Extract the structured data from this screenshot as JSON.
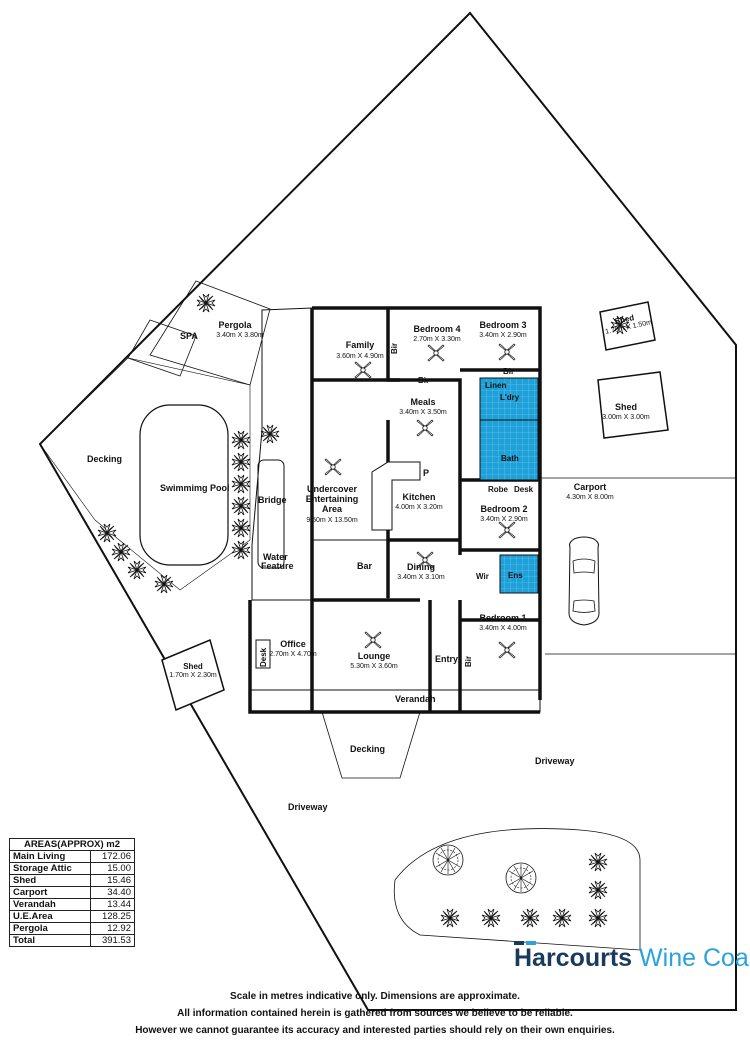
{
  "rooms": {
    "family": {
      "name": "Family",
      "dims": "3.60m X 4.90m"
    },
    "bedroom4": {
      "name": "Bedroom 4",
      "dims": "2.70m X 3.30m"
    },
    "bedroom3": {
      "name": "Bedroom 3",
      "dims": "3.40m X 2.90m"
    },
    "meals": {
      "name": "Meals",
      "dims": "3.40m X 3.50m"
    },
    "kitchen": {
      "name": "Kitchen",
      "dims": "4.00m X 3.20m"
    },
    "bedroom2": {
      "name": "Bedroom 2",
      "dims": "3.40m X 2.90m"
    },
    "dining": {
      "name": "Dining",
      "dims": "3.40m X 3.10m"
    },
    "bedroom1": {
      "name": "Bedroom 1",
      "dims": "3.40m X 4.00m"
    },
    "lounge": {
      "name": "Lounge",
      "dims": "5.30m X 3.60m"
    },
    "office": {
      "name": "Office",
      "dims": "2.70m X 4.70m"
    },
    "entertaining": {
      "line1": "Undercover",
      "line2": "Entertaining",
      "line3": "Area",
      "dims": "9.50m X 13.50m"
    },
    "pergola": {
      "name": "Pergola",
      "dims": "3.40m X 3.80m"
    },
    "shed_main": {
      "name": "Shed",
      "dims": "3.00m X 3.00m"
    },
    "shed_small_top": {
      "name": "Shed",
      "dims": "1.70m X 1.50m"
    },
    "shed_small_left": {
      "name": "Shed",
      "dims": "1.70m X 2.30m"
    },
    "carport": {
      "name": "Carport",
      "dims": "4.30m X 8.00m"
    }
  },
  "labels": {
    "spa": "SPA",
    "decking_left": "Decking",
    "pool": "Swimmimg Pool",
    "bridge": "Bridge",
    "water1": "Water",
    "water2": "Feature",
    "bar": "Bar",
    "bir_family": "Bir",
    "bir_bed4": "Bir",
    "bir_bed3": "Bir",
    "linen": "Linen",
    "ldry": "L'dry",
    "bath": "Bath",
    "robe": "Robe",
    "desk_bed2": "Desk",
    "wir": "Wir",
    "ens": "Ens",
    "bir_bed1": "Bir",
    "entry": "Entry",
    "desk_office": "Desk",
    "pantry": "P",
    "verandah": "Verandah",
    "decking_front": "Decking",
    "driveway_left": "Driveway",
    "driveway_right": "Driveway"
  },
  "areas": {
    "header": "AREAS(APPROX) m2",
    "rows": [
      {
        "name": "Main Living",
        "value": "172.06"
      },
      {
        "name": "Storage Attic",
        "value": "15.00"
      },
      {
        "name": "Shed",
        "value": "15.46"
      },
      {
        "name": "Carport",
        "value": "34.40"
      },
      {
        "name": "Verandah",
        "value": "13.44"
      },
      {
        "name": "U.E.Area",
        "value": "128.25"
      },
      {
        "name": "Pergola",
        "value": "12.92"
      },
      {
        "name": "Total",
        "value": "391.53"
      }
    ]
  },
  "brand": {
    "name": "Harcourts",
    "suffix": "Wine Coast"
  },
  "disclaimer": {
    "line1": "Scale in metres indicative only. Dimensions are approximate.",
    "line2": "All information contained herein is gathered from sources we believe to be reliable.",
    "line3": "However we cannot guarantee its accuracy and interested parties should rely on their own enquiries."
  },
  "colors": {
    "wet_area": "#1ea0d8",
    "brand_dark": "#1a3a5c",
    "brand_light": "#29a3d9"
  }
}
